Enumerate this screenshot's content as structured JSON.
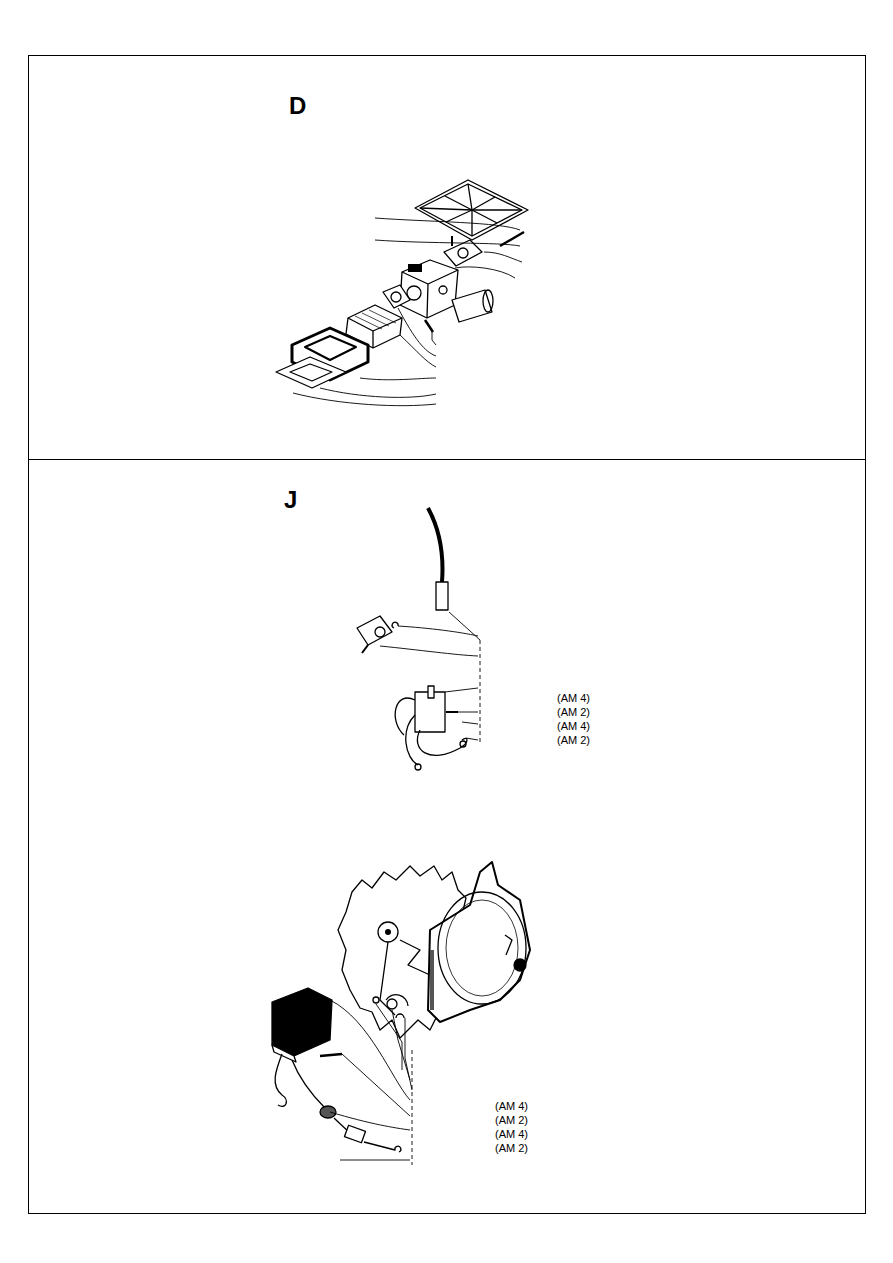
{
  "diagram": {
    "nodes": [
      {
        "text": [
          "D"
        ]
      },
      {
        "text": [
          "J"
        ]
      }
    ],
    "labels": [
      "(AM 4)",
      "(AM 2)",
      "(AM 4)",
      "(AM 2)",
      "(AM 4)",
      "(AM 2)",
      "(AM 4)",
      "(AM 2)"
    ]
  }
}
